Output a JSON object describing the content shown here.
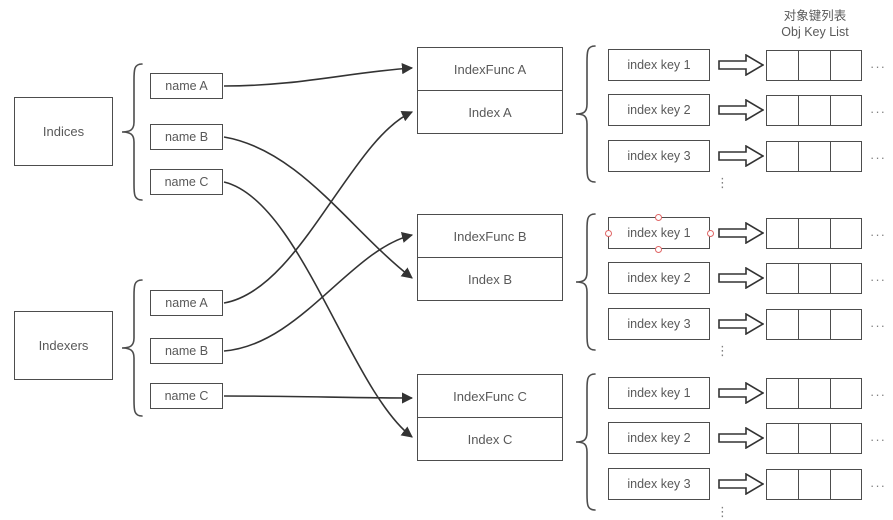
{
  "diagram": {
    "title": "Indices and Indexers structure diagram",
    "colors": {
      "stroke": "#4d4d4d",
      "text": "#595959",
      "selection_handle": "#e06666",
      "background": "#ffffff"
    },
    "left_groups": [
      {
        "id": "indices",
        "label": "Indices",
        "names": [
          "name A",
          "name B",
          "name C"
        ]
      },
      {
        "id": "indexers",
        "label": "Indexers",
        "names": [
          "name A",
          "name B",
          "name C"
        ]
      }
    ],
    "middle_groups": [
      {
        "id": "a",
        "func_label": "IndexFunc A",
        "index_label": "Index A"
      },
      {
        "id": "b",
        "func_label": "IndexFunc B",
        "index_label": "Index B"
      },
      {
        "id": "c",
        "func_label": "IndexFunc C",
        "index_label": "Index C"
      }
    ],
    "key_groups": [
      {
        "id": "keys-a",
        "keys": [
          "index key 1",
          "index key 2",
          "index key 3"
        ],
        "vertical_ellipsis": "⋮",
        "cells_per_row": 3,
        "row_trailing_ellipsis": "···"
      },
      {
        "id": "keys-b",
        "keys": [
          "index key 1",
          "index key 2",
          "index key 3"
        ],
        "vertical_ellipsis": "⋮",
        "cells_per_row": 3,
        "row_trailing_ellipsis": "···"
      },
      {
        "id": "keys-c",
        "keys": [
          "index key 1",
          "index key 2",
          "index key 3"
        ],
        "vertical_ellipsis": "⋮",
        "cells_per_row": 3,
        "row_trailing_ellipsis": "···"
      }
    ],
    "obj_key_list_header": {
      "line1": "对象键列表",
      "line2": "Obj Key List"
    },
    "selection": {
      "target_group": "keys-b",
      "target_key_index": 0,
      "handle_count": 4
    }
  }
}
